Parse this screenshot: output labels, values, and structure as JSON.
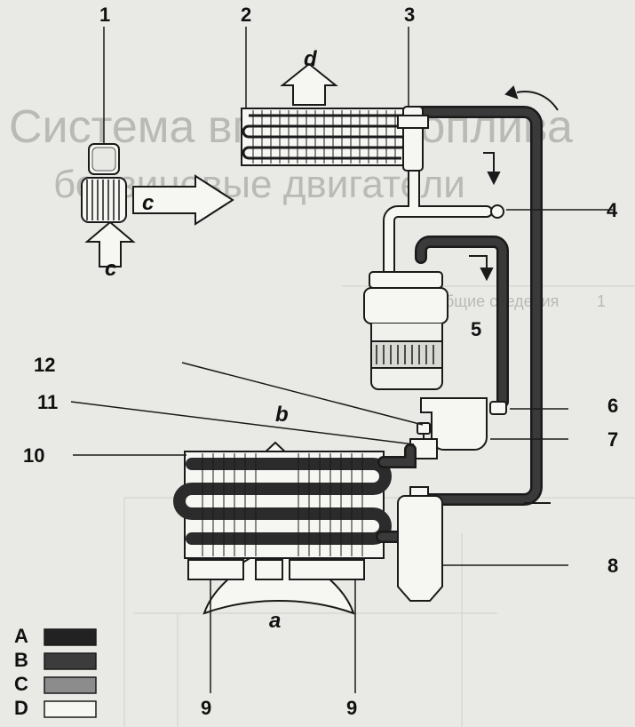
{
  "background": {
    "heading_line1": "Система впрыска топлива",
    "heading_line2": "бензиновые двигатели",
    "section_number": "1",
    "section_title": "Общие сведения"
  },
  "callouts": {
    "n1": "1",
    "n2": "2",
    "n3": "3",
    "n4": "4",
    "n5": "5",
    "n6": "6",
    "n7": "7",
    "n8": "8",
    "n9a": "9",
    "n9b": "9",
    "n10": "10",
    "n11": "11",
    "n12": "12"
  },
  "flows": {
    "a": "a",
    "b": "b",
    "c_main": "c",
    "c_lower": "c",
    "d": "d"
  },
  "legend": [
    {
      "label": "A",
      "color": "#222222"
    },
    {
      "label": "B",
      "color": "#3c3c3c"
    },
    {
      "label": "C",
      "color": "#8c8c8c"
    },
    {
      "label": "D",
      "color": "#f6f6f3"
    }
  ],
  "colors": {
    "pipe_high_pressure": "#2b2b2b",
    "pipe_low_pressure": "#f6f6f3",
    "outline": "#1a1a1a"
  }
}
